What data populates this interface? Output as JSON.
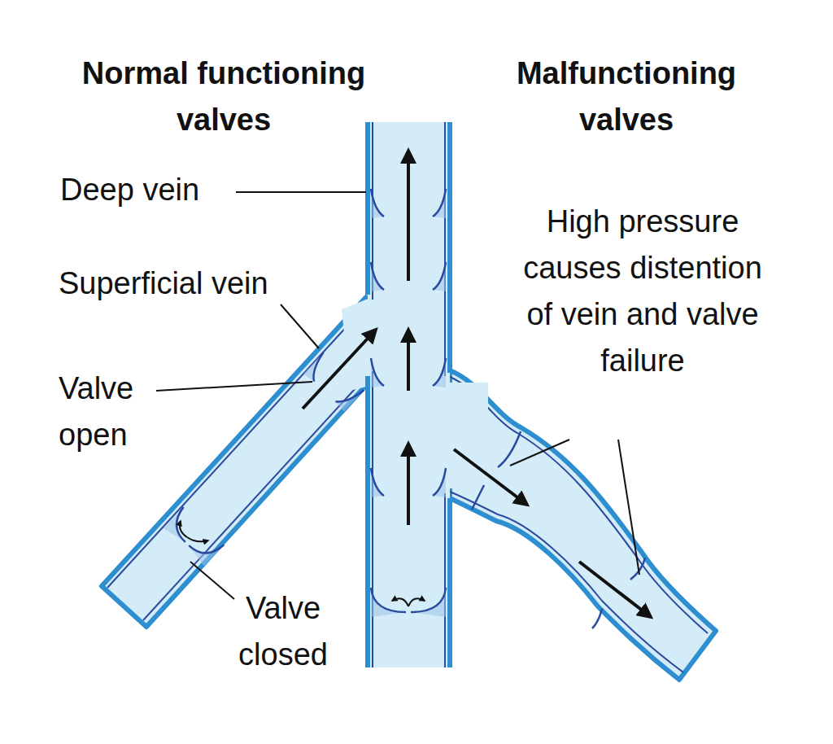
{
  "diagram": {
    "labels": [
      "Normal functioning valves",
      "Malfunctioning valves",
      "Deep vein",
      "Superficial vein",
      "Valve open",
      "Valve closed",
      "High pressure causes distention of vein and valve failure"
    ]
  }
}
